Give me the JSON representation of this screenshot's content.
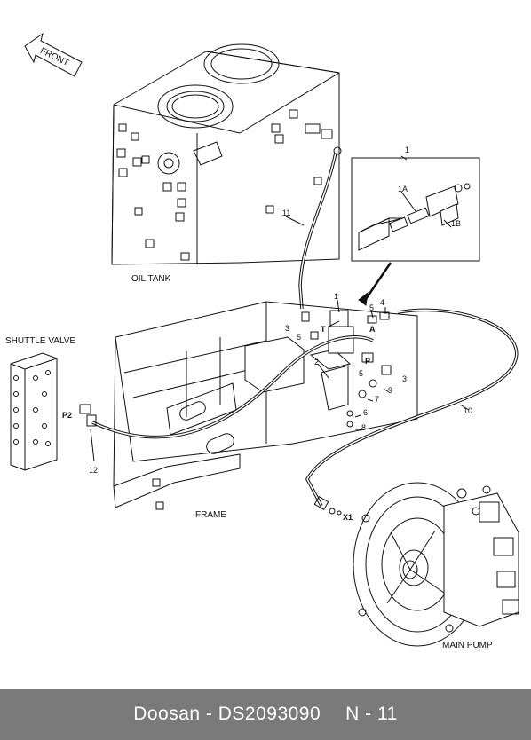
{
  "labels": {
    "front": "FRONT",
    "oil_tank": "OIL TANK",
    "shuttle_valve": "SHUTTLE VALVE",
    "frame": "FRAME",
    "main_pump": "MAIN PUMP",
    "port_t": "T",
    "port_a": "A",
    "port_p": "P",
    "port_p2": "P2",
    "port_x1": "X1",
    "detail_1a": "1A",
    "detail_1b": "1B"
  },
  "callouts": {
    "n1_detail": "1",
    "n1": "1",
    "n2": "2",
    "n3_left": "3",
    "n3_right": "3",
    "n4": "4",
    "n5_top": "5",
    "n5_left": "5",
    "n5_right": "5",
    "n6": "6",
    "n7": "7",
    "n8": "8",
    "n9": "9",
    "n10": "10",
    "n11": "11",
    "n12": "12"
  },
  "footer": {
    "brand_part": "Doosan - DS2093090",
    "page": "N - 11"
  }
}
